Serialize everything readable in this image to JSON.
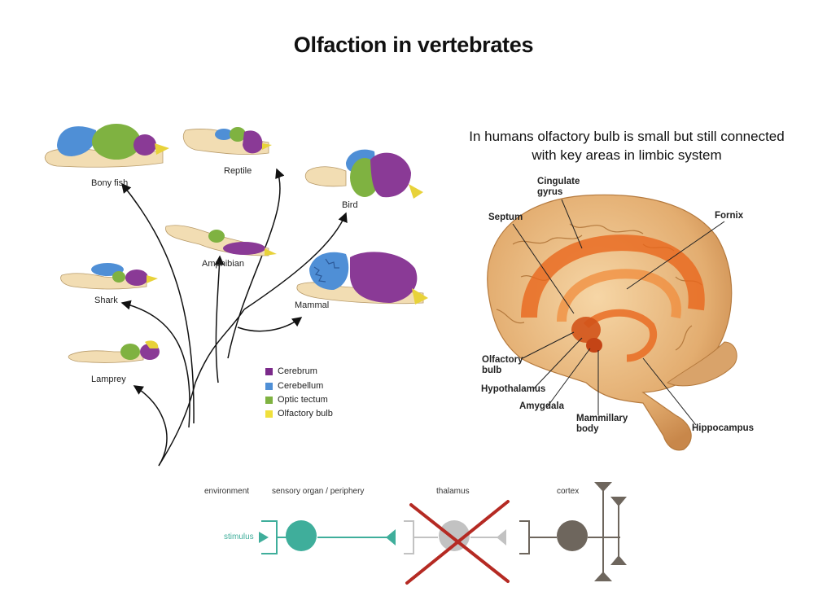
{
  "title": "Olfaction in vertebrates",
  "human_note": "In humans olfactory bulb is small but still connected with key areas in limbic system",
  "species": {
    "bony_fish": "Bony fish",
    "reptile": "Reptile",
    "bird": "Bird",
    "amphibian": "Amphibian",
    "shark": "Shark",
    "mammal": "Mammal",
    "lamprey": "Lamprey"
  },
  "legend": [
    {
      "label": "Cerebrum",
      "color": "#7b2a8a"
    },
    {
      "label": "Cerebellum",
      "color": "#4f8fd6"
    },
    {
      "label": "Optic tectum",
      "color": "#7fb241"
    },
    {
      "label": "Olfactory bulb",
      "color": "#f0e03c"
    }
  ],
  "brain_labels": {
    "cingulate": "Cingulate gyrus",
    "septum": "Septum",
    "fornix": "Fornix",
    "olfactory_bulb": "Olfactory bulb",
    "hypothalamus": "Hypothalamus",
    "amygdala": "Amygdala",
    "mammillary": "Mammillary body",
    "hippocampus": "Hippocampus"
  },
  "circuit": {
    "environment": "environment",
    "sensory": "sensory organ / periphery",
    "thalamus": "thalamus",
    "cortex": "cortex",
    "stimulus": "stimulus"
  },
  "colors": {
    "teal": "#3fae9b",
    "gray_light": "#c2c2c2",
    "gray_dark": "#6e665d",
    "cross": "#b52a23"
  }
}
